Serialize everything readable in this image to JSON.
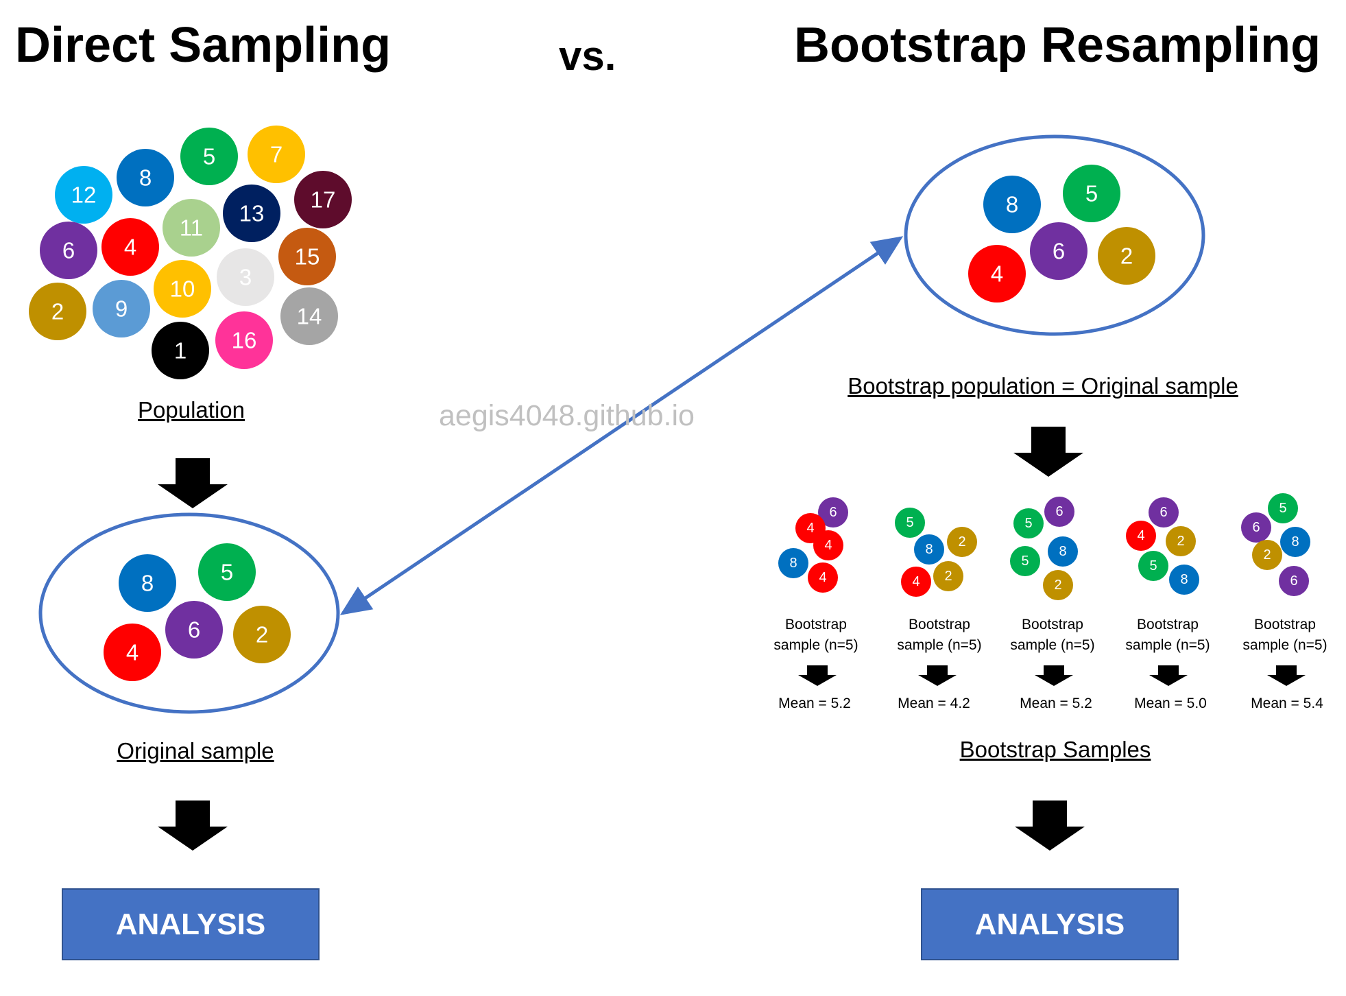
{
  "header": {
    "left_title": "Direct Sampling",
    "vs": "vs.",
    "right_title": "Bootstrap Resampling"
  },
  "watermark": "aegis4048.github.io",
  "colors": {
    "ellipse_stroke": "#4472c4",
    "arrow_line": "#4472c4",
    "analysis_fill": "#4472c4"
  },
  "population": {
    "label": "Population",
    "balls": [
      {
        "n": "12",
        "color": "#00b0f0"
      },
      {
        "n": "8",
        "color": "#0070c0"
      },
      {
        "n": "5",
        "color": "#00b050"
      },
      {
        "n": "7",
        "color": "#ffc000"
      },
      {
        "n": "17",
        "color": "#5e0c2c"
      },
      {
        "n": "13",
        "color": "#002060"
      },
      {
        "n": "11",
        "color": "#a9d18e"
      },
      {
        "n": "6",
        "color": "#7030a0"
      },
      {
        "n": "4",
        "color": "#ff0000"
      },
      {
        "n": "15",
        "color": "#c55a11"
      },
      {
        "n": "3",
        "color": "#e7e6e6"
      },
      {
        "n": "10",
        "color": "#ffc000"
      },
      {
        "n": "2",
        "color": "#bf9000"
      },
      {
        "n": "9",
        "color": "#5b9bd5"
      },
      {
        "n": "14",
        "color": "#a5a5a5"
      },
      {
        "n": "16",
        "color": "#ff3399"
      },
      {
        "n": "1",
        "color": "#000000"
      }
    ]
  },
  "original_sample": {
    "label": "Original sample",
    "balls": [
      {
        "n": "8",
        "color": "#0070c0"
      },
      {
        "n": "5",
        "color": "#00b050"
      },
      {
        "n": "6",
        "color": "#7030a0"
      },
      {
        "n": "2",
        "color": "#bf9000"
      },
      {
        "n": "4",
        "color": "#ff0000"
      }
    ]
  },
  "bootstrap_population": {
    "label": "Bootstrap population = Original sample",
    "balls": [
      {
        "n": "8",
        "color": "#0070c0"
      },
      {
        "n": "5",
        "color": "#00b050"
      },
      {
        "n": "6",
        "color": "#7030a0"
      },
      {
        "n": "2",
        "color": "#bf9000"
      },
      {
        "n": "4",
        "color": "#ff0000"
      }
    ]
  },
  "bootstrap_samples": {
    "label": "Bootstrap Samples",
    "items": [
      {
        "line1": "Bootstrap",
        "line2": "sample (n=5)",
        "mean": "Mean = 5.2",
        "balls": [
          {
            "n": "6",
            "color": "#7030a0"
          },
          {
            "n": "4",
            "color": "#ff0000"
          },
          {
            "n": "4",
            "color": "#ff0000"
          },
          {
            "n": "8",
            "color": "#0070c0"
          },
          {
            "n": "4",
            "color": "#ff0000"
          }
        ]
      },
      {
        "line1": "Bootstrap",
        "line2": "sample (n=5)",
        "mean": "Mean = 4.2",
        "balls": [
          {
            "n": "5",
            "color": "#00b050"
          },
          {
            "n": "8",
            "color": "#0070c0"
          },
          {
            "n": "2",
            "color": "#bf9000"
          },
          {
            "n": "2",
            "color": "#bf9000"
          },
          {
            "n": "4",
            "color": "#ff0000"
          }
        ]
      },
      {
        "line1": "Bootstrap",
        "line2": "sample (n=5)",
        "mean": "Mean = 5.2",
        "balls": [
          {
            "n": "6",
            "color": "#7030a0"
          },
          {
            "n": "5",
            "color": "#00b050"
          },
          {
            "n": "8",
            "color": "#0070c0"
          },
          {
            "n": "5",
            "color": "#00b050"
          },
          {
            "n": "2",
            "color": "#bf9000"
          }
        ]
      },
      {
        "line1": "Bootstrap",
        "line2": "sample (n=5)",
        "mean": "Mean = 5.0",
        "balls": [
          {
            "n": "6",
            "color": "#7030a0"
          },
          {
            "n": "4",
            "color": "#ff0000"
          },
          {
            "n": "2",
            "color": "#bf9000"
          },
          {
            "n": "5",
            "color": "#00b050"
          },
          {
            "n": "8",
            "color": "#0070c0"
          }
        ]
      },
      {
        "line1": "Bootstrap",
        "line2": "sample (n=5)",
        "mean": "Mean = 5.4",
        "balls": [
          {
            "n": "5",
            "color": "#00b050"
          },
          {
            "n": "6",
            "color": "#7030a0"
          },
          {
            "n": "8",
            "color": "#0070c0"
          },
          {
            "n": "2",
            "color": "#bf9000"
          },
          {
            "n": "6",
            "color": "#7030a0"
          }
        ]
      }
    ]
  },
  "analysis": {
    "left": "ANALYSIS",
    "right": "ANALYSIS"
  }
}
